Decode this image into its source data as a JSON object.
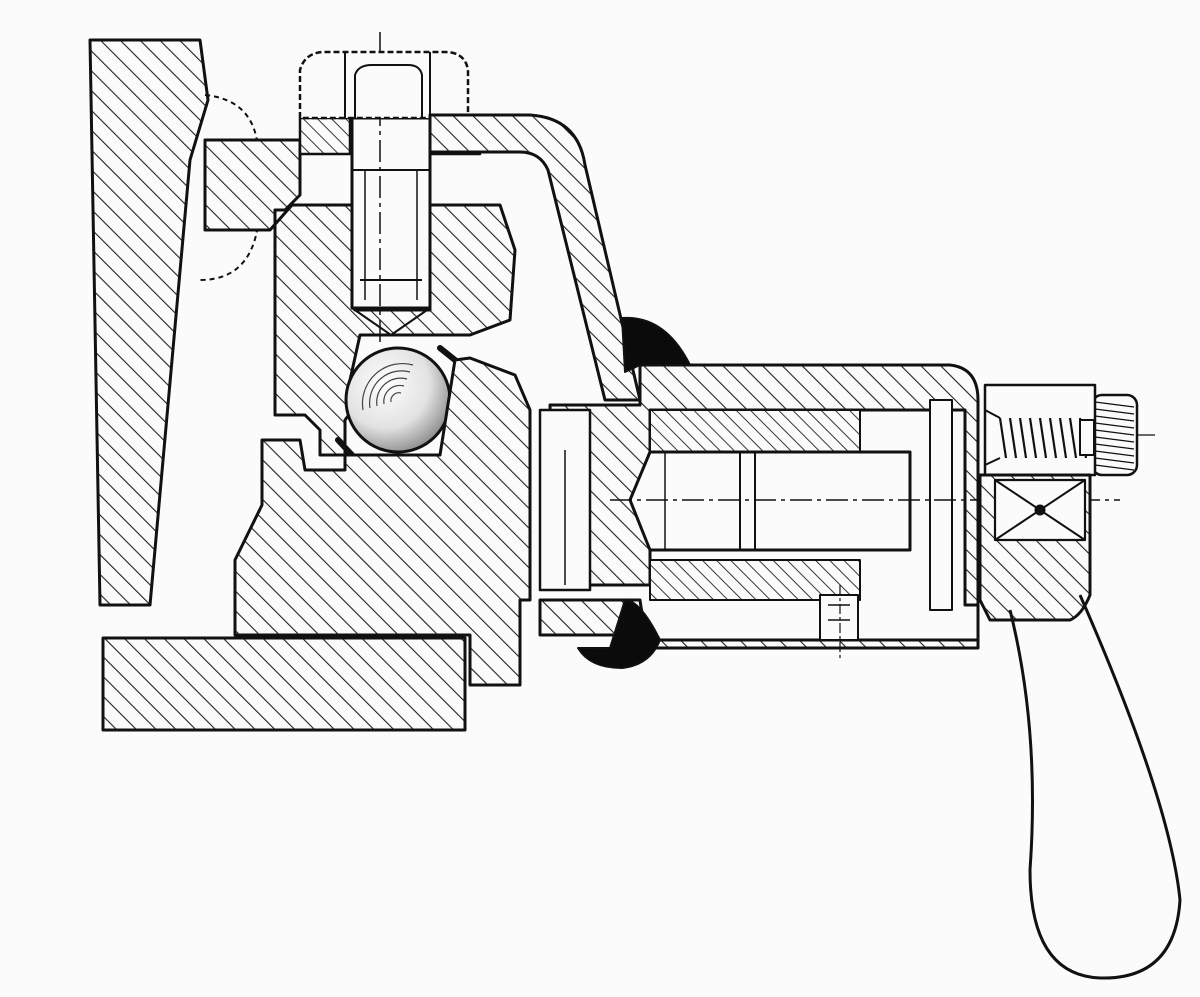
{
  "figure": {
    "kind": "mechanical-section-drawing",
    "style": "monochrome hatched cross-section",
    "colors": {
      "paper": "#fbfbfb",
      "ink": "#111111",
      "solid_fill": "#0b0b0b"
    },
    "parts": [
      {
        "name": "tapered-wedge-jaw",
        "hatched": true
      },
      {
        "name": "upper-clamp-block",
        "hatched": true
      },
      {
        "name": "clamp-bolt",
        "hatched": false
      },
      {
        "name": "bolt-head-hex-nut",
        "hatched": false
      },
      {
        "name": "curved-arm-bracket",
        "hatched": true
      },
      {
        "name": "steel-ball",
        "hatched": false
      },
      {
        "name": "lower-body-block",
        "hatched": true
      },
      {
        "name": "base-plate",
        "hatched": true
      },
      {
        "name": "cylindrical-housing",
        "hatched": true
      },
      {
        "name": "inner-spindle",
        "hatched": false
      },
      {
        "name": "set-screw",
        "hatched": false
      },
      {
        "name": "knurled-adjusting-knob",
        "hatched": false
      },
      {
        "name": "coil-spring",
        "hatched": false
      },
      {
        "name": "end-cap-with-cross",
        "hatched": true
      },
      {
        "name": "loop-handle",
        "hatched": false
      },
      {
        "name": "black-sealing-ring",
        "hatched": false
      }
    ]
  }
}
